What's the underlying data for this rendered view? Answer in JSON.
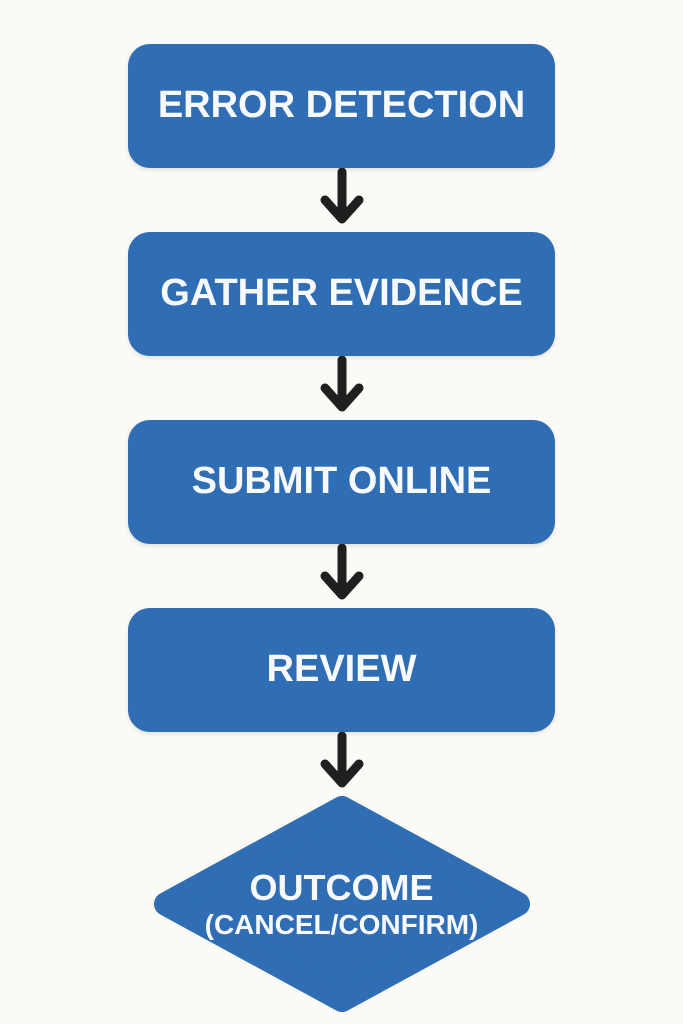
{
  "flowchart": {
    "colors": {
      "node_blue": "#2f6eb4",
      "label_white": "#f7f9fc",
      "arrow_dark": "#1f1f1f",
      "bg": "#fbfaf6"
    },
    "connector": "arrow-down",
    "steps": [
      {
        "label": "ERROR DETECTION",
        "shape": "rect"
      },
      {
        "label": "GATHER EVIDENCE",
        "shape": "rect"
      },
      {
        "label": "SUBMIT ONLINE",
        "shape": "rect"
      },
      {
        "label": "REVIEW",
        "shape": "rect"
      },
      {
        "label": "OUTCOME",
        "sublabel": "(CANCEL/CONFIRM)",
        "shape": "diamond"
      }
    ]
  }
}
